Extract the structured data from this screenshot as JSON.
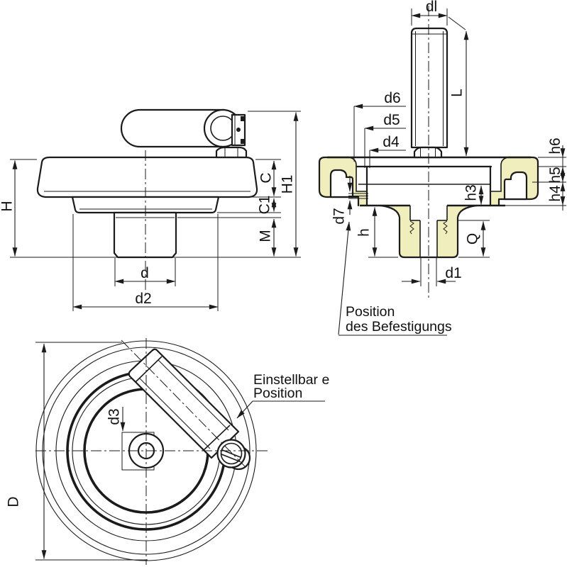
{
  "colors": {
    "section_fill": "#F1EEBD",
    "line": "#1B1B1B",
    "background": "#FFFFFF"
  },
  "views": {
    "side": {
      "dims": {
        "H": "H",
        "H1": "H1",
        "C": "C",
        "C1": "C1",
        "M": "M",
        "d": "d",
        "d2": "d2"
      }
    },
    "section": {
      "dims": {
        "dl": "dl",
        "L": "L",
        "d6": "d6",
        "d5": "d5",
        "d4": "d4",
        "h6": "h6",
        "h5": "h5",
        "h4": "h4",
        "h3": "h3",
        "d7": "d7",
        "h": "h",
        "Q": "Q",
        "d1": "d1"
      }
    },
    "front": {
      "dims": {
        "D": "D",
        "d3": "d3"
      }
    }
  },
  "annotations": {
    "fastening": {
      "line1": "Position",
      "line2": "des Befestigungs"
    },
    "adjustable": {
      "line1": "Einstellbar e",
      "line2": "Position"
    }
  }
}
